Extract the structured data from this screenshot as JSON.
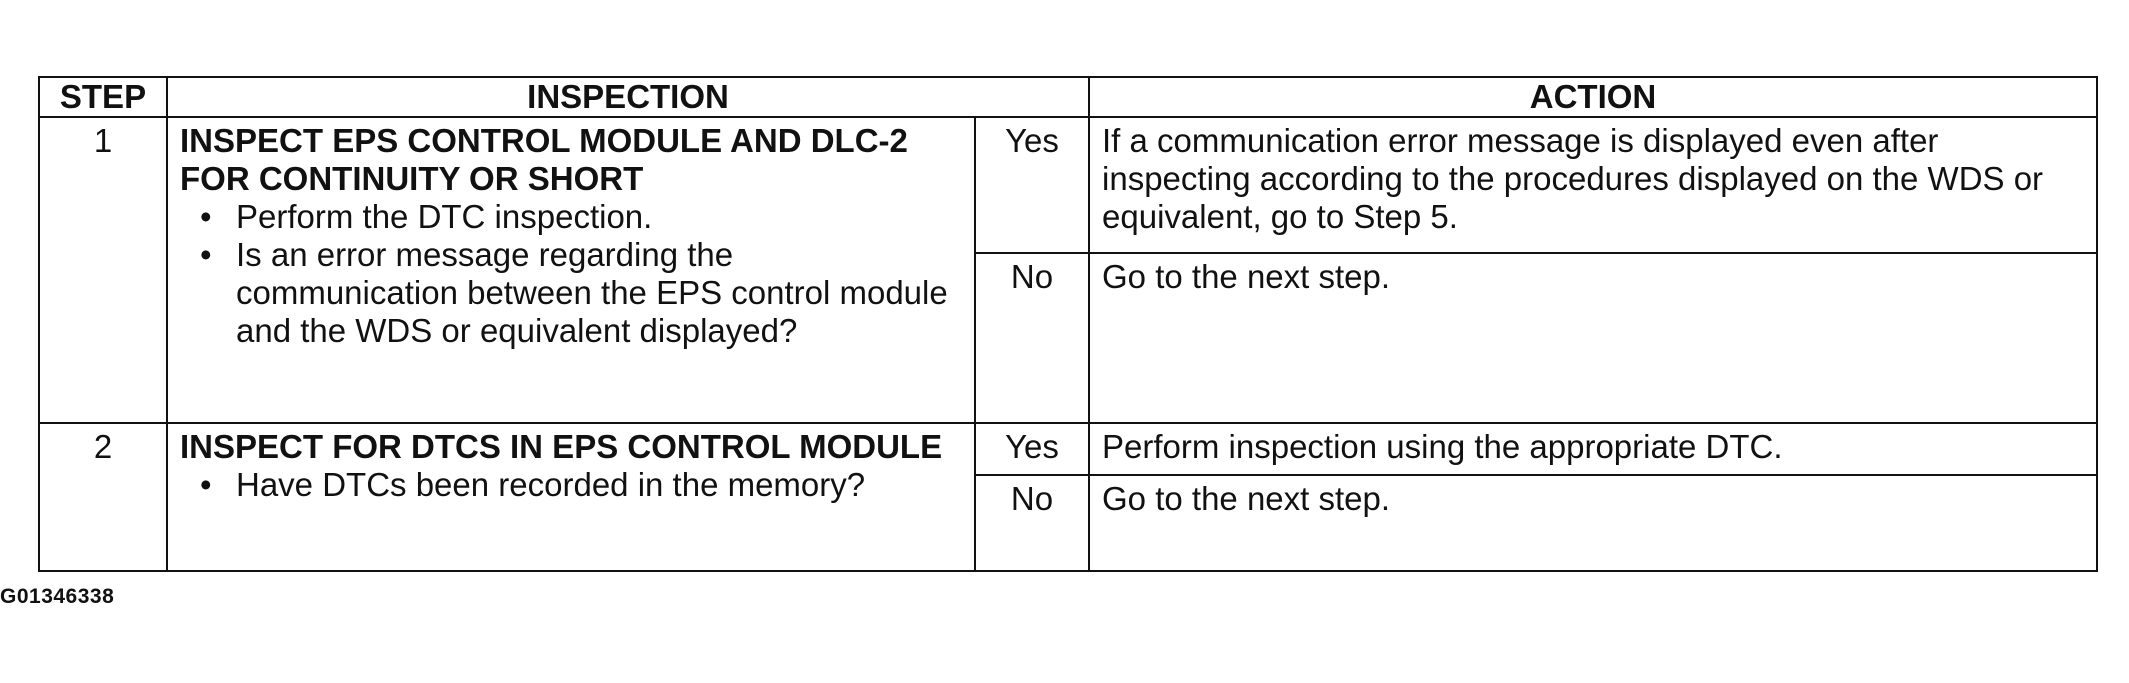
{
  "table": {
    "headers": {
      "step": "STEP",
      "inspection": "INSPECTION",
      "action": "ACTION"
    },
    "rows": [
      {
        "step": "1",
        "title": "INSPECT EPS CONTROL MODULE AND DLC-2 FOR CONTINUITY OR SHORT",
        "bullets": [
          "Perform the DTC inspection.",
          "Is an error message regarding the communication between the EPS control module and the WDS or equivalent displayed?"
        ],
        "outcomes": [
          {
            "answer": "Yes",
            "action": "If a communication error message is displayed even after inspecting according to the procedures displayed on the WDS or equivalent, go to Step 5."
          },
          {
            "answer": "No",
            "action": "Go to the next step."
          }
        ]
      },
      {
        "step": "2",
        "title": "INSPECT FOR DTCS IN EPS CONTROL MODULE",
        "bullets": [
          "Have DTCs been recorded in the memory?"
        ],
        "outcomes": [
          {
            "answer": "Yes",
            "action": "Perform inspection using the appropriate DTC."
          },
          {
            "answer": "No",
            "action": "Go to the next step."
          }
        ]
      }
    ]
  },
  "figure_id": "G01346338"
}
